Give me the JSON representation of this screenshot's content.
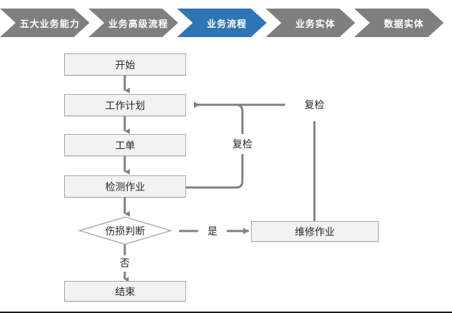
{
  "breadcrumb": {
    "active_color": "#2e75b6",
    "inactive_color": "#7f7f7f",
    "text_color": "#ffffff",
    "items": [
      {
        "label": "五大业务能力",
        "active": false
      },
      {
        "label": "业务高级流程",
        "active": false
      },
      {
        "label": "业务流程",
        "active": true
      },
      {
        "label": "业务实体",
        "active": false
      },
      {
        "label": "数据实体",
        "active": false
      }
    ]
  },
  "flowchart": {
    "type": "flowchart",
    "node_fill": "#f2f2f2",
    "node_border": "#a6a6a6",
    "connector_color": "#808080",
    "text_color": "#262626",
    "nodes": [
      {
        "id": "start",
        "label": "开始",
        "shape": "rect"
      },
      {
        "id": "work_plan",
        "label": "工作计划",
        "shape": "rect"
      },
      {
        "id": "work_order",
        "label": "工单",
        "shape": "rect"
      },
      {
        "id": "inspection",
        "label": "检测作业",
        "shape": "rect"
      },
      {
        "id": "damage",
        "label": "伤损判断",
        "shape": "diamond"
      },
      {
        "id": "repair",
        "label": "维修作业",
        "shape": "rect"
      },
      {
        "id": "end",
        "label": "结束",
        "shape": "rect"
      }
    ],
    "edges": [
      {
        "from": "start",
        "to": "work_plan",
        "label": ""
      },
      {
        "from": "work_plan",
        "to": "work_order",
        "label": ""
      },
      {
        "from": "work_order",
        "to": "inspection",
        "label": ""
      },
      {
        "from": "inspection",
        "to": "damage",
        "label": ""
      },
      {
        "from": "inspection",
        "to": "work_plan",
        "label": "复检"
      },
      {
        "from": "damage",
        "to": "repair",
        "label": "是"
      },
      {
        "from": "damage",
        "to": "end",
        "label": "否"
      },
      {
        "from": "repair",
        "to": "work_plan",
        "label": "复检"
      }
    ],
    "labels": {
      "recheck_inner": "复检",
      "recheck_outer": "复检",
      "yes": "是",
      "no": "否"
    }
  }
}
